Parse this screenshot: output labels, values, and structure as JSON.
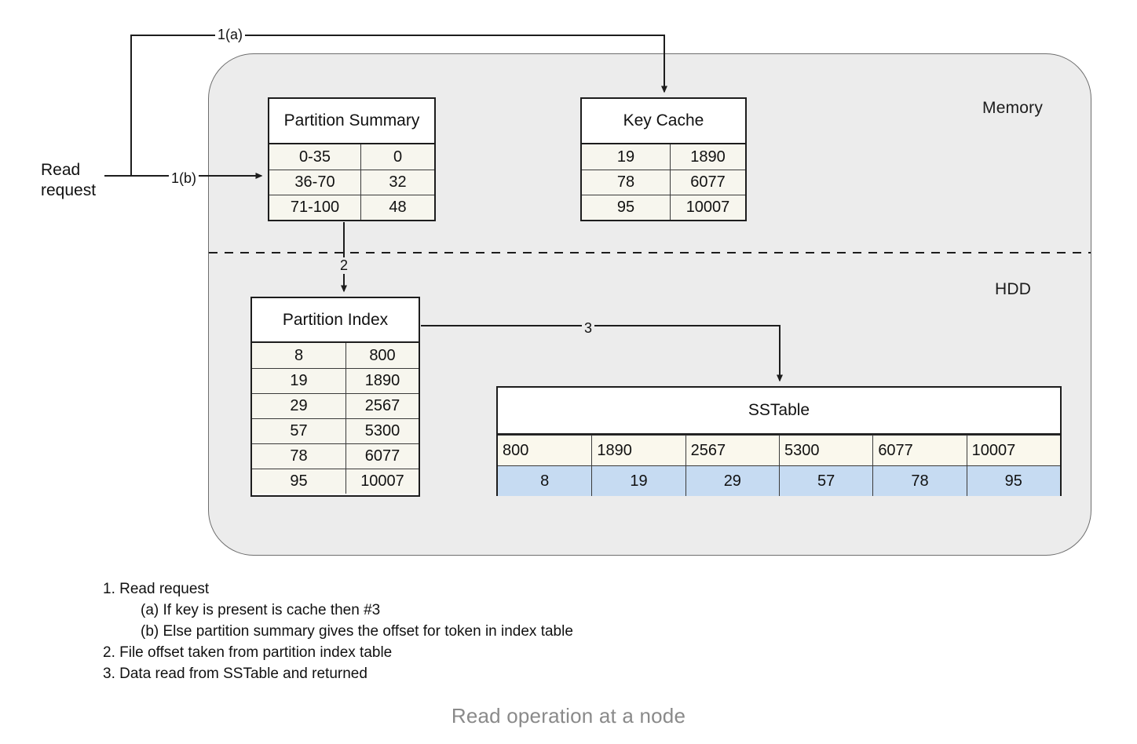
{
  "caption": "Read operation at a node",
  "tiers": {
    "memory_label": "Memory",
    "hdd_label": "HDD"
  },
  "read_request": {
    "label": "Read\nrequest"
  },
  "wire_labels": {
    "step_1a": "1(a)",
    "step_1b": "1(b)",
    "step_2": "2",
    "step_3": "3"
  },
  "partition_summary": {
    "title": "Partition Summary",
    "rows": [
      {
        "range": "0-35",
        "offset": "0"
      },
      {
        "range": "36-70",
        "offset": "32"
      },
      {
        "range": "71-100",
        "offset": "48"
      }
    ]
  },
  "key_cache": {
    "title": "Key Cache",
    "rows": [
      {
        "key": "19",
        "offset": "1890"
      },
      {
        "key": "78",
        "offset": "6077"
      },
      {
        "key": "95",
        "offset": "10007"
      }
    ]
  },
  "partition_index": {
    "title": "Partition Index",
    "rows": [
      {
        "key": "8",
        "offset": "800"
      },
      {
        "key": "19",
        "offset": "1890"
      },
      {
        "key": "29",
        "offset": "2567"
      },
      {
        "key": "57",
        "offset": "5300"
      },
      {
        "key": "78",
        "offset": "6077"
      },
      {
        "key": "95",
        "offset": "10007"
      }
    ]
  },
  "sstable": {
    "title": "SSTable",
    "offsets": [
      "800",
      "1890",
      "2567",
      "5300",
      "6077",
      "10007"
    ],
    "keys": [
      "8",
      "19",
      "29",
      "57",
      "78",
      "95"
    ]
  },
  "legend": {
    "items": [
      {
        "type": "main",
        "text": "1. Read request"
      },
      {
        "type": "sub",
        "text": "(a) If key is present is cache then #3"
      },
      {
        "type": "sub",
        "text": "(b) Else partition summary gives the offset for token in index table"
      },
      {
        "type": "main",
        "text": "2. File offset taken from partition index table"
      },
      {
        "type": "main",
        "text": "3. Data read from SSTable and returned"
      }
    ]
  },
  "colors": {
    "container_fill": "#ececec",
    "container_stroke": "#6e6e6e",
    "table_cell_fill": "#f7f6ee",
    "sstable_key_fill": "#c6dbf2",
    "line": "#1d1d1d",
    "caption_text": "#8a8a8a"
  }
}
